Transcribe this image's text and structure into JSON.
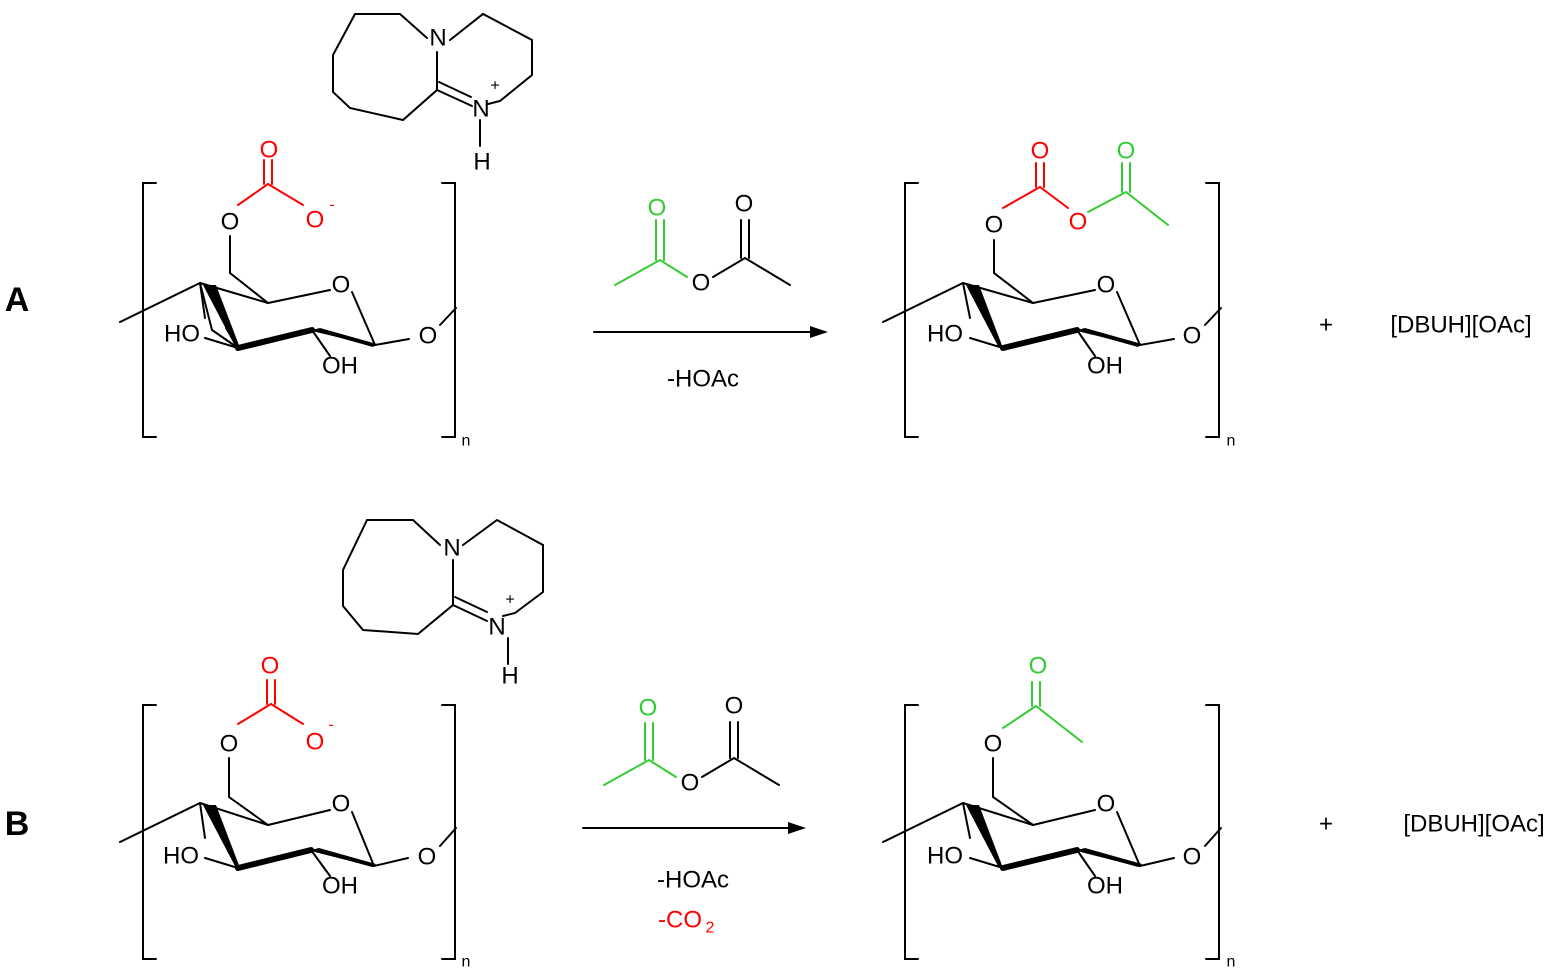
{
  "colors": {
    "black": "#000000",
    "red": "#ff0000",
    "green": "#33cc33"
  },
  "schemes": [
    {
      "label": "A",
      "cation": {
        "n_top": "N",
        "n_bottom": "N",
        "charge": "+",
        "h": "H"
      },
      "reactant": {
        "carbonate_o_top": "O",
        "carbonate_o_link": "O",
        "carbonate_o_minus": "O",
        "minus": "-",
        "ring_o": "O",
        "glyco_o": "O",
        "ho": "HO",
        "oh": "OH",
        "subscript": "n"
      },
      "reagent": {
        "o_green": "O",
        "o_black": "O",
        "o_bridge": "O"
      },
      "conditions": [
        "-HOAc"
      ],
      "product": {
        "o_top_red": "O",
        "o_top_green": "O",
        "o_link": "O",
        "o_bridge_red": "O",
        "ring_o": "O",
        "glyco_o": "O",
        "ho": "HO",
        "oh": "OH",
        "subscript": "n"
      },
      "plus": "+",
      "byproduct": "[DBUH][OAc]"
    },
    {
      "label": "B",
      "cation": {
        "n_top": "N",
        "n_bottom": "N",
        "charge": "+",
        "h": "H"
      },
      "reactant": {
        "carbonate_o_top": "O",
        "carbonate_o_link": "O",
        "carbonate_o_minus": "O",
        "minus": "-",
        "ring_o": "O",
        "glyco_o": "O",
        "ho": "HO",
        "oh": "OH",
        "subscript": "n"
      },
      "reagent": {
        "o_green": "O",
        "o_black": "O",
        "o_bridge": "O"
      },
      "conditions": [
        "-HOAc"
      ],
      "condition_co2": {
        "text": "-CO",
        "sub": "2"
      },
      "product": {
        "o_top_green": "O",
        "o_link": "O",
        "ring_o": "O",
        "glyco_o": "O",
        "ho": "HO",
        "oh": "OH",
        "subscript": "n"
      },
      "plus": "+",
      "byproduct": "[DBUH][OAc]"
    }
  ]
}
